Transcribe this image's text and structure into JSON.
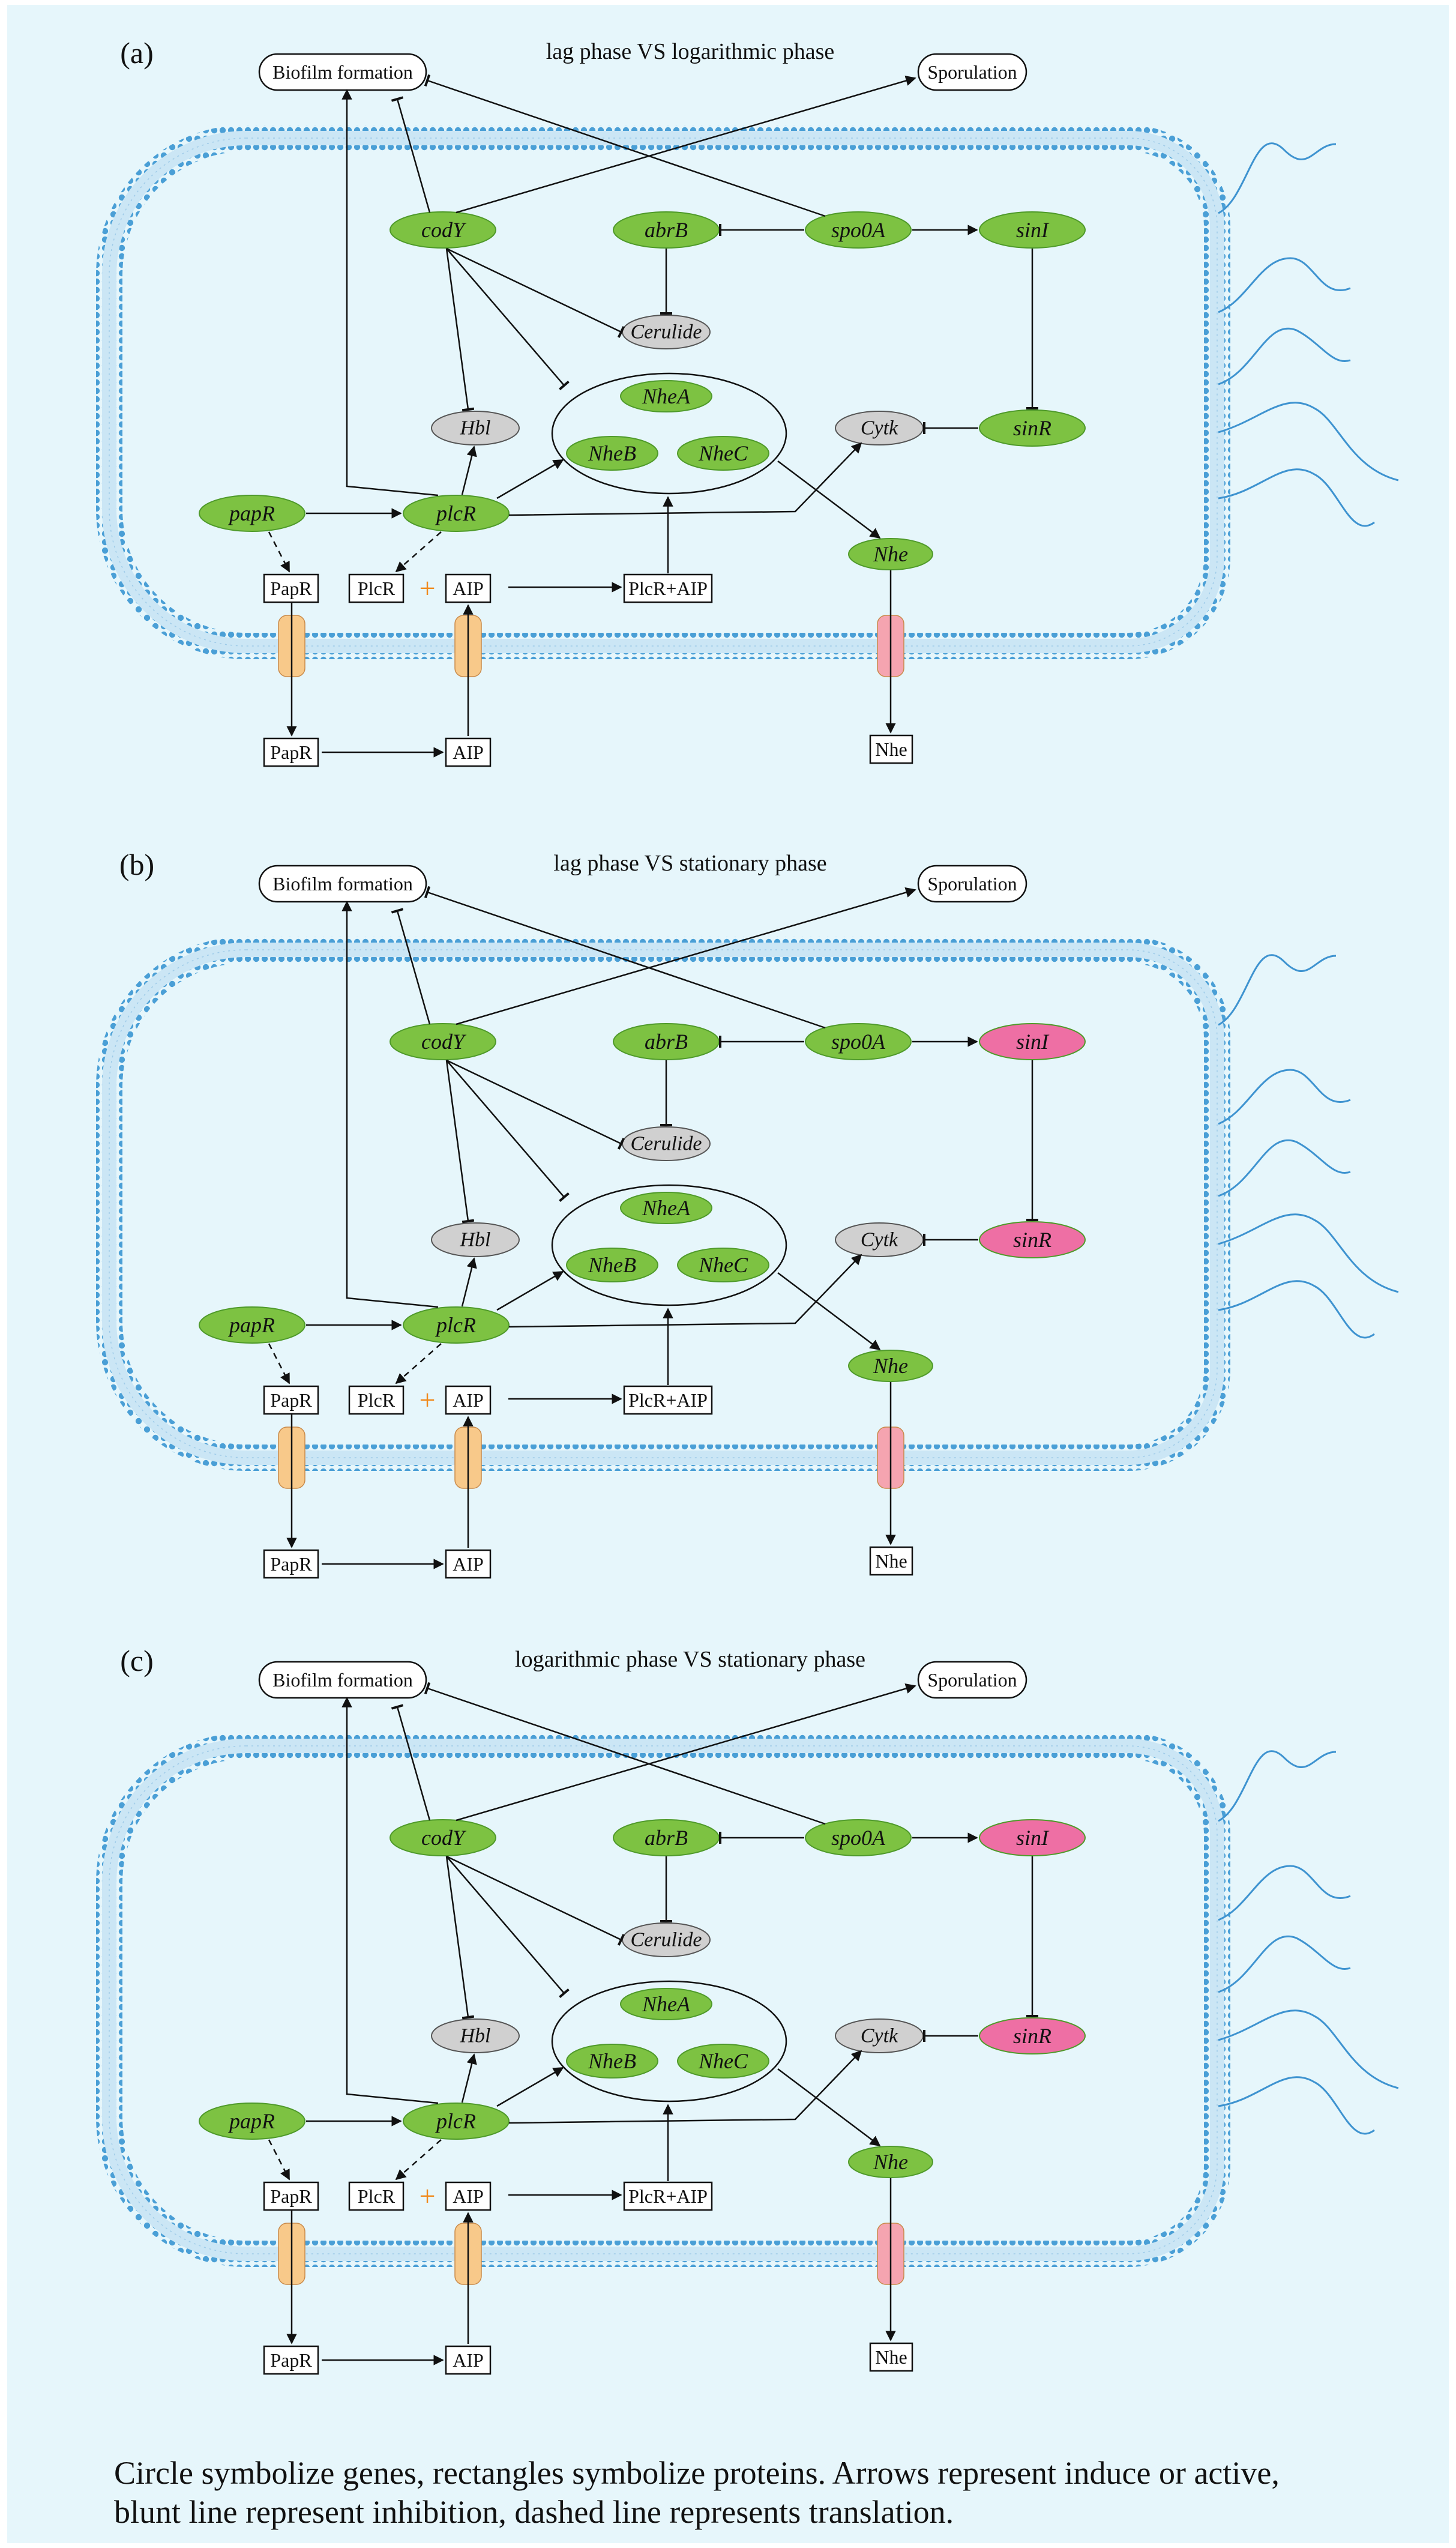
{
  "panels": [
    {
      "id": "a",
      "label": "(a)",
      "title": "lag phase VS logarithmic phase",
      "highlight": {
        "sinI": "#7dc242",
        "sinR": "#7dc242"
      }
    },
    {
      "id": "b",
      "label": "(b)",
      "title": "lag phase VS stationary phase",
      "highlight": {
        "sinI": "#ee6fa4",
        "sinR": "#ee6fa4"
      }
    },
    {
      "id": "c",
      "label": "(c)",
      "title": "logarithmic phase VS stationary phase",
      "highlight": {
        "sinI": "#ee6fa4",
        "sinR": "#ee6fa4"
      }
    }
  ],
  "labels": {
    "biofilm": "Biofilm formation",
    "sporulation": "Sporulation",
    "codY": "codY",
    "abrB": "abrB",
    "spo0A": "spo0A",
    "sinI": "sinI",
    "sinR": "sinR",
    "cerulide": "Cerulide",
    "hbl": "Hbl",
    "nheA": "NheA",
    "nheB": "NheB",
    "nheC": "NheC",
    "cytk": "Cytk",
    "papR_gene": "papR",
    "plcR_gene": "plcR",
    "nhe_gene": "Nhe",
    "papR_protein": "PapR",
    "plcR_protein": "PlcR",
    "aip": "AIP",
    "plcR_aip": "PlcR+AIP",
    "plus": "+",
    "papR_out": "PapR",
    "aip_out": "AIP",
    "nhe_out": "Nhe"
  },
  "colors": {
    "background": "#e6f6fb",
    "gene_green": "#7dc242",
    "gene_pink": "#ee6fa4",
    "protein_gray": "#d0d0d0",
    "membrane": "#4a9fd6",
    "channel_orange": "#f8c98a",
    "channel_pink": "#f5a4b0",
    "plus_orange": "#f08a1e"
  },
  "legend": "Circle symbolize genes, rectangles symbolize proteins. Arrows represent induce or active, blunt line represent inhibition, dashed line represents translation."
}
